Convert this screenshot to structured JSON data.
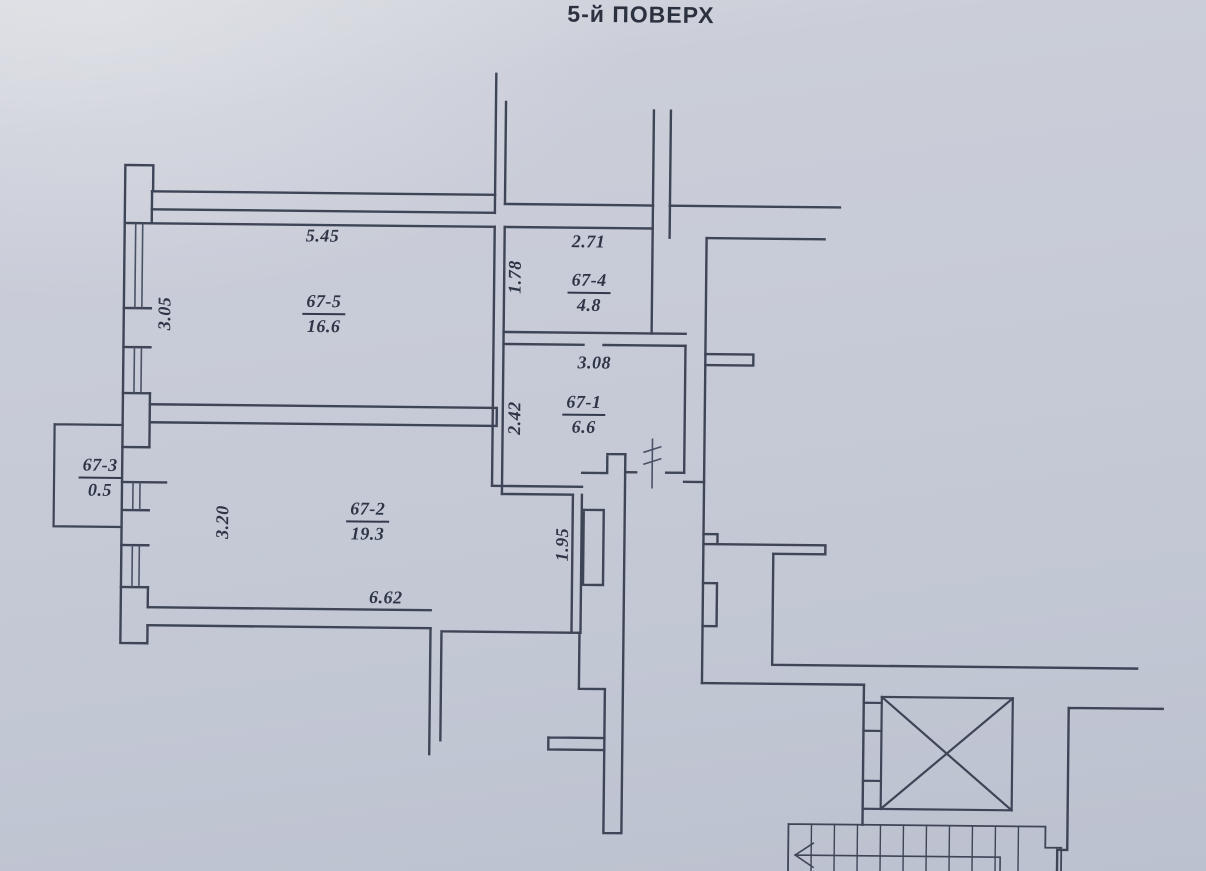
{
  "title": "5-й ПОВЕРХ",
  "rooms": [
    {
      "id": "67-5",
      "area": "16.6"
    },
    {
      "id": "67-4",
      "area": "4.8"
    },
    {
      "id": "67-1",
      "area": "6.6"
    },
    {
      "id": "67-2",
      "area": "19.3"
    },
    {
      "id": "67-3",
      "area": "0.5"
    }
  ],
  "dimensions": {
    "room5_width": "5.45",
    "room5_height": "3.05",
    "room4_width": "2.71",
    "room4_height": "1.78",
    "room1_width": "3.08",
    "room1_height": "2.42",
    "room2_width": "6.62",
    "room2_height": "3.20",
    "hall_length": "1.95"
  },
  "colors": {
    "background": "#c8ccd7",
    "line": "#3e4557",
    "text": "#2e3547"
  }
}
